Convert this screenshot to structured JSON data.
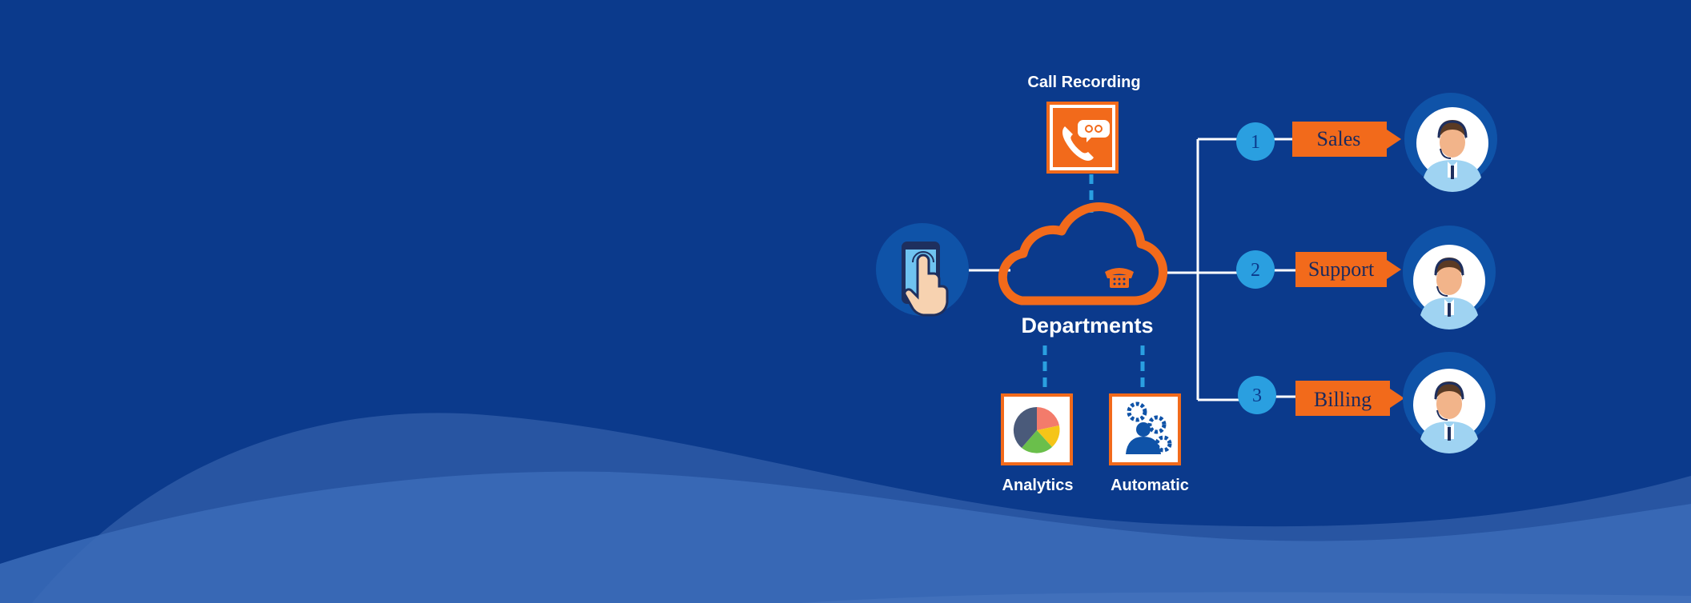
{
  "diagram": {
    "top_label": "Call Recording",
    "center_label": "Departments",
    "bottom_left_label": "Analytics",
    "bottom_right_label": "Automatic",
    "branches": [
      {
        "number": "1",
        "label": "Sales"
      },
      {
        "number": "2",
        "label": "Support"
      },
      {
        "number": "3",
        "label": "Billing"
      }
    ]
  },
  "colors": {
    "background": "#0b3a8c",
    "accent_orange": "#f26a1b",
    "number_circle": "#2a9fe0",
    "dashed_connector": "#2a9fe0",
    "wave_light": "#3b6cb8"
  },
  "icons": {
    "top": "phone-recording-icon",
    "left": "touch-phone-icon",
    "center": "cloud-telephone-icon",
    "bottom_left": "pie-chart-icon",
    "bottom_right": "user-gears-icon",
    "agents": "call-center-agent-icon"
  }
}
